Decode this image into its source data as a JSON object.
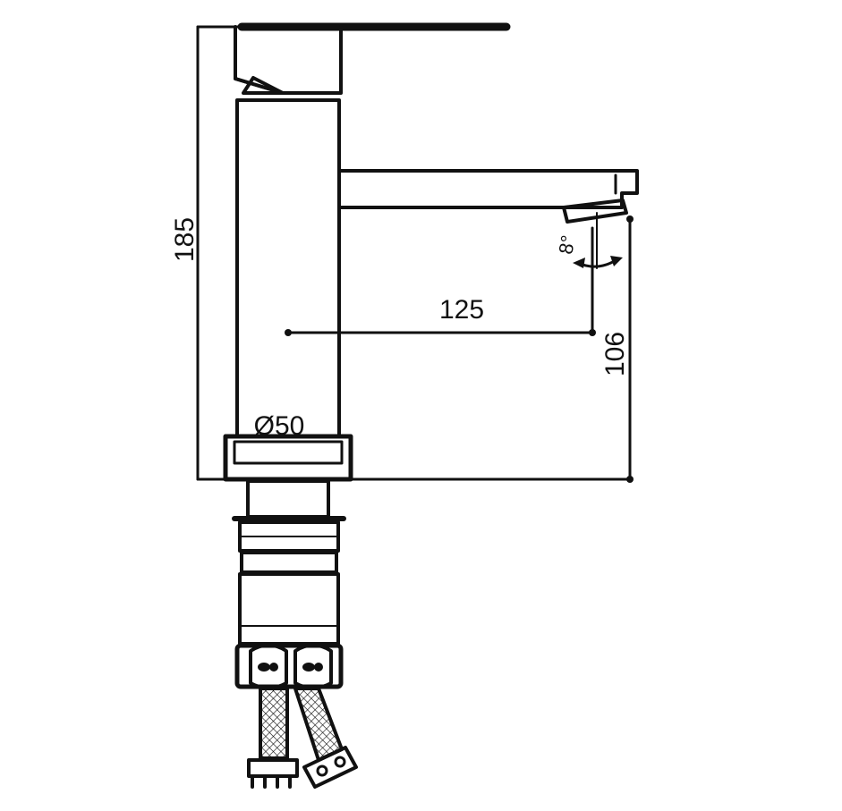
{
  "drawing": {
    "dimensions": {
      "total_height": "185",
      "spout_reach": "125",
      "spout_height": "106",
      "base_diameter": "Ø50",
      "spout_angle": "8°"
    },
    "colors": {
      "line": "#111111",
      "background": "#ffffff",
      "hatch": "#111111"
    }
  }
}
